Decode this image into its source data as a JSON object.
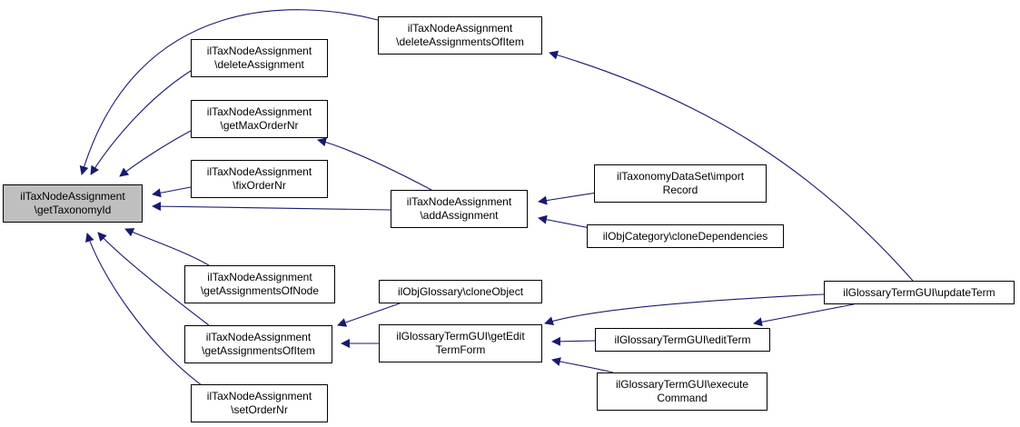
{
  "nodes": {
    "getTaxonomyId": [
      "ilTaxNodeAssignment",
      "\\getTaxonomyId"
    ],
    "deleteAssignmentsOfItem": [
      "ilTaxNodeAssignment",
      "\\deleteAssignmentsOfItem"
    ],
    "deleteAssignment": [
      "ilTaxNodeAssignment",
      "\\deleteAssignment"
    ],
    "getMaxOrderNr": [
      "ilTaxNodeAssignment",
      "\\getMaxOrderNr"
    ],
    "fixOrderNr": [
      "ilTaxNodeAssignment",
      "\\fixOrderNr"
    ],
    "addAssignment": [
      "ilTaxNodeAssignment",
      "\\addAssignment"
    ],
    "getAssignmentsOfNode": [
      "ilTaxNodeAssignment",
      "\\getAssignmentsOfNode"
    ],
    "getAssignmentsOfItem": [
      "ilTaxNodeAssignment",
      "\\getAssignmentsOfItem"
    ],
    "setOrderNr": [
      "ilTaxNodeAssignment",
      "\\setOrderNr"
    ],
    "importRecord": [
      "ilTaxonomyDataSet\\import",
      "Record"
    ],
    "cloneDependencies": [
      "ilObjCategory\\cloneDependencies"
    ],
    "cloneObject": [
      "ilObjGlossary\\cloneObject"
    ],
    "getEditTermForm": [
      "ilGlossaryTermGUI\\getEdit",
      "TermForm"
    ],
    "editTerm": [
      "ilGlossaryTermGUI\\editTerm"
    ],
    "executeCommand": [
      "ilGlossaryTermGUI\\execute",
      "Command"
    ],
    "updateTerm": [
      "ilGlossaryTermGUI\\updateTerm"
    ]
  },
  "edges": [
    [
      "deleteAssignmentsOfItem",
      "getTaxonomyId"
    ],
    [
      "deleteAssignment",
      "getTaxonomyId"
    ],
    [
      "getMaxOrderNr",
      "getTaxonomyId"
    ],
    [
      "fixOrderNr",
      "getTaxonomyId"
    ],
    [
      "addAssignment",
      "getTaxonomyId"
    ],
    [
      "getAssignmentsOfNode",
      "getTaxonomyId"
    ],
    [
      "getAssignmentsOfItem",
      "getTaxonomyId"
    ],
    [
      "setOrderNr",
      "getTaxonomyId"
    ],
    [
      "updateTerm",
      "deleteAssignmentsOfItem"
    ],
    [
      "addAssignment",
      "getMaxOrderNr"
    ],
    [
      "importRecord",
      "addAssignment"
    ],
    [
      "cloneDependencies",
      "addAssignment"
    ],
    [
      "cloneObject",
      "getAssignmentsOfItem"
    ],
    [
      "getEditTermForm",
      "getAssignmentsOfItem"
    ],
    [
      "updateTerm",
      "getEditTermForm"
    ],
    [
      "editTerm",
      "getEditTermForm"
    ],
    [
      "executeCommand",
      "getEditTermForm"
    ],
    [
      "updateTerm",
      "editTerm"
    ]
  ],
  "colors": {
    "edge": "#191970",
    "focus_fill": "#bfbfbf",
    "node_fill": "#ffffff",
    "border": "#000000"
  }
}
